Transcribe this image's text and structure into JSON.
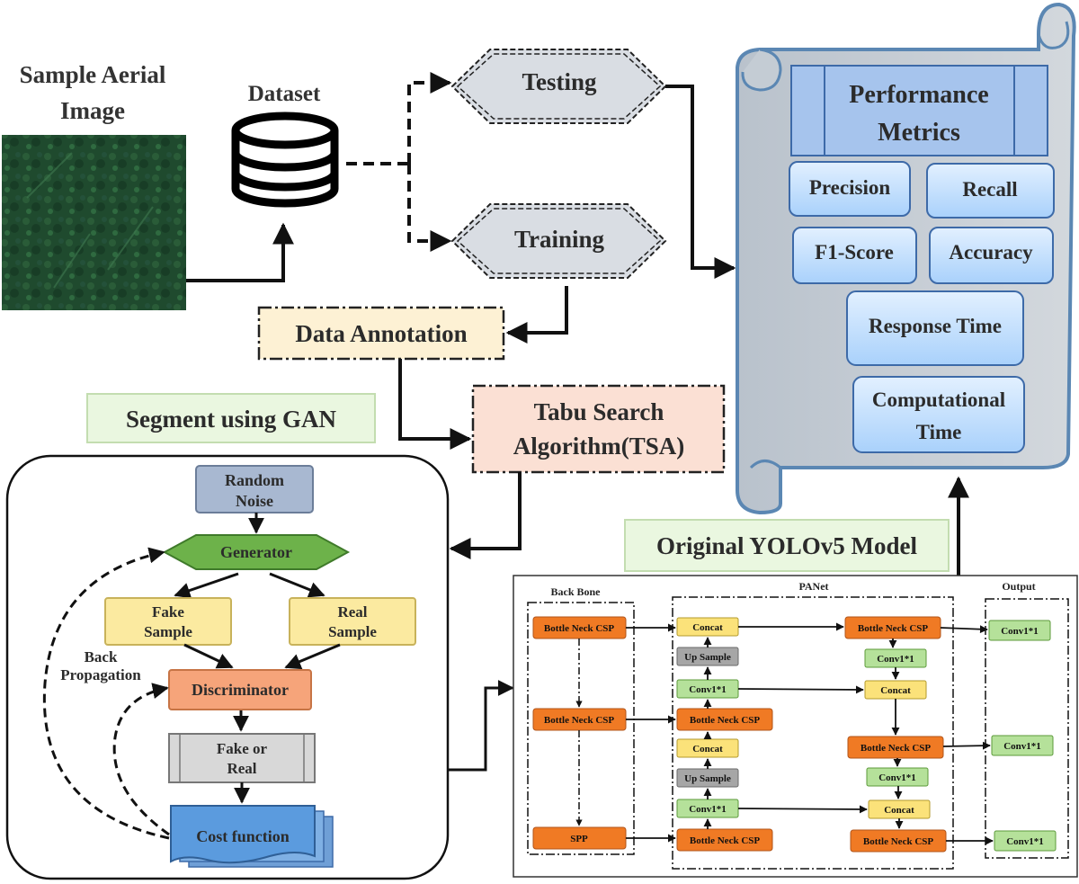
{
  "sample_image": {
    "title_line1": "Sample Aerial",
    "title_line2": "Image"
  },
  "dataset": {
    "label": "Dataset"
  },
  "testing": {
    "label": "Testing"
  },
  "training": {
    "label": "Training"
  },
  "data_annotation": {
    "label": "Data Annotation"
  },
  "tabu_search": {
    "line1": "Tabu Search",
    "line2": "Algorithm(TSA)"
  },
  "performance_metrics": {
    "title_line1": "Performance",
    "title_line2": "Metrics",
    "precision": "Precision",
    "recall": "Recall",
    "f1_score": "F1-Score",
    "accuracy": "Accuracy",
    "response_time": "Response Time",
    "computational_time_line1": "Computational",
    "computational_time_line2": "Time"
  },
  "gan": {
    "title": "Segment using GAN",
    "random_noise_line1": "Random",
    "random_noise_line2": "Noise",
    "generator": "Generator",
    "fake_sample_line1": "Fake",
    "fake_sample_line2": "Sample",
    "real_sample_line1": "Real",
    "real_sample_line2": "Sample",
    "back_propagation_line1": "Back",
    "back_propagation_line2": "Propagation",
    "discriminator": "Discriminator",
    "fake_or_real_line1": "Fake or",
    "fake_or_real_line2": "Real",
    "cost_function": "Cost function"
  },
  "yolo": {
    "title": "Original YOLOv5 Model",
    "backbone_header": "Back Bone",
    "panet_header": "PANet",
    "output_header": "Output",
    "bottleneck_csp": "Bottle Neck CSP",
    "spp": "SPP",
    "concat": "Concat",
    "up_sample": "Up Sample",
    "conv": "Conv1*1"
  }
}
